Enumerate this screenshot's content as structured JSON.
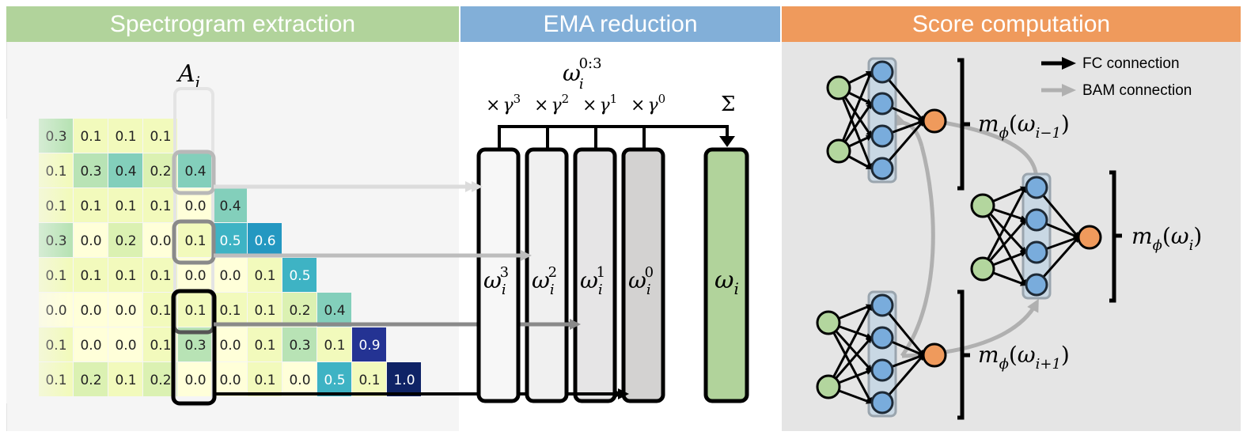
{
  "panels": {
    "spectrogram": {
      "title": "Spectrogram extraction",
      "color": "#b1d39b"
    },
    "ema": {
      "title": "EMA reduction",
      "color": "#82afd8"
    },
    "score": {
      "title": "Score computation",
      "color": "#ef9a5c"
    }
  },
  "spectrogram": {
    "column_label_base": "A",
    "column_label_sub": "i",
    "rows": [
      [
        0.3,
        0.1,
        0.1,
        0.1
      ],
      [
        0.1,
        0.3,
        0.4,
        0.2,
        0.4
      ],
      [
        0.1,
        0.1,
        0.1,
        0.1,
        0.0,
        0.4
      ],
      [
        0.3,
        0.0,
        0.2,
        0.0,
        0.1,
        0.5,
        0.6
      ],
      [
        0.1,
        0.1,
        0.1,
        0.1,
        0.0,
        0.0,
        0.1,
        0.5
      ],
      [
        0.0,
        0.0,
        0.0,
        0.1,
        0.1,
        0.1,
        0.1,
        0.2,
        0.4
      ],
      [
        0.1,
        0.0,
        0.0,
        0.1,
        0.3,
        0.0,
        0.1,
        0.3,
        0.1,
        0.9
      ],
      [
        0.1,
        0.2,
        0.1,
        0.2,
        0.0,
        0.0,
        0.1,
        0.0,
        0.5,
        0.1,
        1.0
      ]
    ],
    "highlighted_column": 4,
    "colormap": "YlGnBu"
  },
  "ema": {
    "top_label_base": "ω",
    "top_label_sub": "i",
    "top_label_sup": "0:3",
    "weights": [
      {
        "base": "×",
        "gamma": "γ",
        "exp": "3"
      },
      {
        "base": "×",
        "gamma": "γ",
        "exp": "2"
      },
      {
        "base": "×",
        "gamma": "γ",
        "exp": "1"
      },
      {
        "base": "×",
        "gamma": "γ",
        "exp": "0"
      }
    ],
    "sum_symbol": "Σ",
    "bars": [
      {
        "base": "ω",
        "sub": "i",
        "sup": "3",
        "fill": "#f7f7f7"
      },
      {
        "base": "ω",
        "sub": "i",
        "sup": "2",
        "fill": "#f0f0f0"
      },
      {
        "base": "ω",
        "sub": "i",
        "sup": "1",
        "fill": "#e6e5e6"
      },
      {
        "base": "ω",
        "sub": "i",
        "sup": "0",
        "fill": "#d3d2d1"
      }
    ],
    "result": {
      "base": "ω",
      "sub": "i",
      "fill": "#b1d39b"
    }
  },
  "score": {
    "legend": [
      {
        "label": "FC connection",
        "color": "#000000"
      },
      {
        "label": "BAM connection",
        "color": "#b0b0b0"
      }
    ],
    "networks": [
      {
        "id": "prev",
        "label_base": "m",
        "label_sub_phi": "ϕ",
        "label_arg_base": "ω",
        "label_arg_sub": "i−1"
      },
      {
        "id": "curr",
        "label_base": "m",
        "label_sub_phi": "ϕ",
        "label_arg_base": "ω",
        "label_arg_sub": "i"
      },
      {
        "id": "next",
        "label_base": "m",
        "label_sub_phi": "ϕ",
        "label_arg_base": "ω",
        "label_arg_sub": "i+1"
      }
    ],
    "colors": {
      "input": "#b3d69e",
      "hidden": "#79acdc",
      "output": "#ef9a5c",
      "hidden_band": "#c9d8e4"
    }
  }
}
